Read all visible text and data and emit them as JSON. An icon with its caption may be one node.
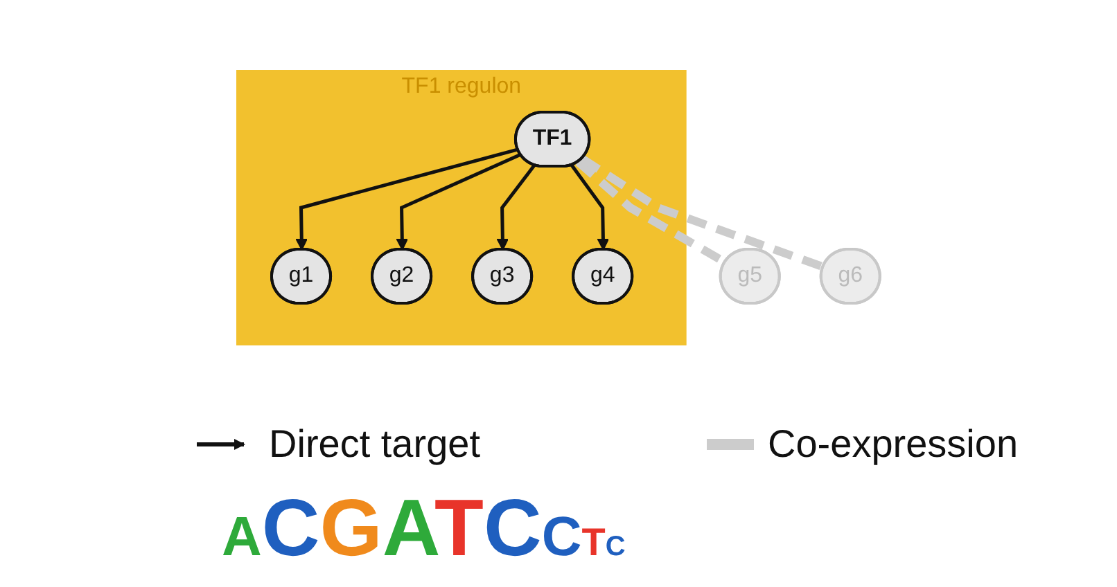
{
  "diagram": {
    "nodes": [
      {
        "text": [
          "TF1 regulon"
        ]
      },
      {
        "text": [
          "TF1"
        ],
        "in": 0
      },
      {
        "text": [
          "g1"
        ],
        "in": 0
      },
      {
        "text": [
          "g2"
        ],
        "in": 0
      },
      {
        "text": [
          "g3"
        ],
        "in": 0
      },
      {
        "text": [
          "g4"
        ],
        "in": 0
      },
      {
        "text": [
          "g5"
        ]
      },
      {
        "text": [
          "g6"
        ]
      }
    ],
    "edges": [
      {
        "from": 1,
        "to": 2,
        "arrow": "to"
      },
      {
        "from": 1,
        "to": 3,
        "arrow": "to"
      },
      {
        "from": 1,
        "to": 4,
        "arrow": "to"
      },
      {
        "from": 1,
        "to": 5,
        "arrow": "to"
      },
      {
        "from": 1,
        "to": 6,
        "arrow": "none",
        "style": "dashed",
        "color": "#cccccc"
      },
      {
        "from": 1,
        "to": 7,
        "arrow": "none",
        "style": "dashed",
        "color": "#cccccc"
      }
    ],
    "labels": [
      "ACGATCCTC"
    ],
    "legend": [
      {
        "text": "Direct target"
      },
      {
        "text": "Co-expression"
      }
    ]
  }
}
